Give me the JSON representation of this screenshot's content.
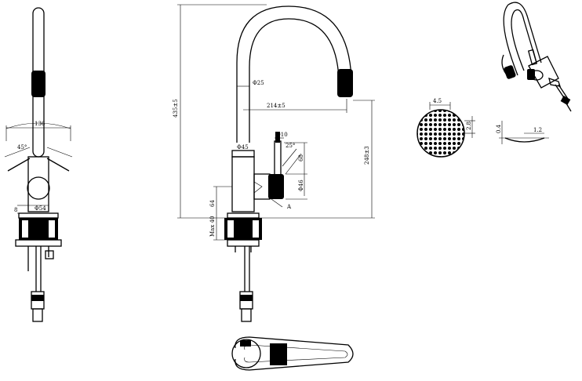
{
  "front_view": {
    "width": "136",
    "angle": "45°",
    "base_dia": "Φ54",
    "base_height": "8"
  },
  "side_view": {
    "total_height": "435±5",
    "spout_dia": "Φ25",
    "reach": "214±5",
    "spout_height": "248±3",
    "body_dia": "Φ45",
    "lever_dia": "Φ10",
    "lever_angle": "25°",
    "lever_length": "68",
    "outlet_dia": "Φ46",
    "body_height": "64",
    "deck_max": "Max 40",
    "section_ref": "A"
  },
  "detail_a": {
    "mesh_width": "4.5",
    "mesh_height": "2.8",
    "thread_a": "0.4",
    "thread_b": "1.2"
  }
}
